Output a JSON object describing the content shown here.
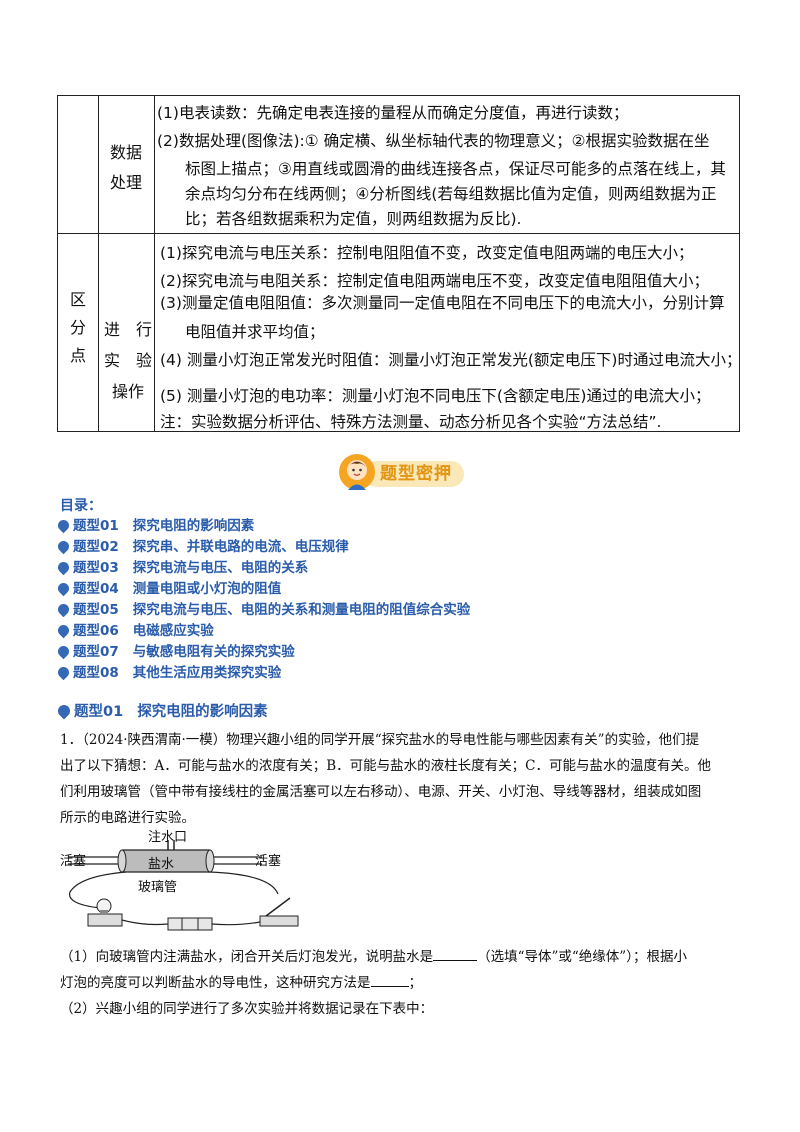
{
  "table": {
    "row1": {
      "header": [
        "数据",
        "处理"
      ],
      "lines": [
        "(1)电表读数：先确定电表连接的量程从而确定分度值，再进行读数；",
        "(2)数据处理(图像法):① 确定横、纵坐标轴代表的物理意义；②根据实验数据在坐",
        "标图上描点；③用直线或圆滑的曲线连接各点，保证尽可能多的点落在线上，其",
        "余点均匀分布在线两侧；④分析图线(若每组数据比值为定值，则两组数据为正",
        "比；若各组数据乘积为定值，则两组数据为反比)."
      ]
    },
    "row2": {
      "outer_header": [
        "区",
        "分",
        "点"
      ],
      "header": [
        "进　行",
        "实　验",
        "操作"
      ],
      "lines": [
        "(1)探究电流与电压关系：控制电阻阻值不变，改变定值电阻两端的电压大小；",
        "(2)探究电流与电阻关系：控制定值电阻两端电压不变，改变定值电阻阻值大小；",
        "(3)测量定值电阻阻值：多次测量同一定值电阻在不同电压下的电流大小，分别计算",
        "电阻值并求平均值；",
        "(4) 测量小灯泡正常发光时阻值：测量小灯泡正常发光(额定电压下)时通过电流大小；",
        "(5)   测量小灯泡的电功率：测量小灯泡不同电压下(含额定电压)通过的电流大小；",
        "注：实验数据分析评估、特殊方法测量、动态分析见各个实验“方法总结”."
      ]
    }
  },
  "banner": {
    "title": "题型密押"
  },
  "toc": {
    "title": "目录：",
    "items": [
      {
        "prefix": "题型01",
        "label": "探究电阻的影响因素"
      },
      {
        "prefix": "题型02",
        "label": "探究串、并联电路的电流、电压规律"
      },
      {
        "prefix": "题型03",
        "label": "探究电流与电压、电阻的关系"
      },
      {
        "prefix": "题型04",
        "label": "测量电阻或小灯泡的阻值"
      },
      {
        "prefix": "题型05",
        "label": "探究电流与电压、电阻的关系和测量电阻的阻值综合实验"
      },
      {
        "prefix": "题型06",
        "label": "电磁感应实验"
      },
      {
        "prefix": "题型07",
        "label": "与敏感电阻有关的探究实验"
      },
      {
        "prefix": "题型08",
        "label": "其他生活应用类探究实验"
      }
    ]
  },
  "section": {
    "prefix": "题型01",
    "label": "探究电阻的影响因素"
  },
  "question": {
    "lines": [
      "1．（2024·陕西渭南·一模）物理兴趣小组的同学开展“探究盐水的导电性能与哪些因素有关”的实验，他们提",
      "出了以下猜想：A．可能与盐水的浓度有关；B．可能与盐水的液柱长度有关；C．可能与盐水的温度有关。他",
      "们利用玻璃管（管中带有接线柱的金属活塞可以左右移动）、电源、开关、小灯泡、导线等器材，组装成如图",
      "所示的电路进行实验。"
    ],
    "figure": {
      "inlet": "注水口",
      "piston_left": "活塞",
      "piston_right": "活塞",
      "salt": "盐水",
      "tube": "玻璃管"
    },
    "sub1_a": "（1）向玻璃管内注满盐水，闭合开关后灯泡发光，说明盐水是",
    "sub1_b": "（选填“导体”或“绝缘体”）；根据小",
    "sub1_c": "灯泡的亮度可以判断盐水的导电性，这种研究方法是",
    "sub1_d": "；",
    "sub2": "（2）兴趣小组的同学进行了多次实验并将数据记录在下表中："
  }
}
